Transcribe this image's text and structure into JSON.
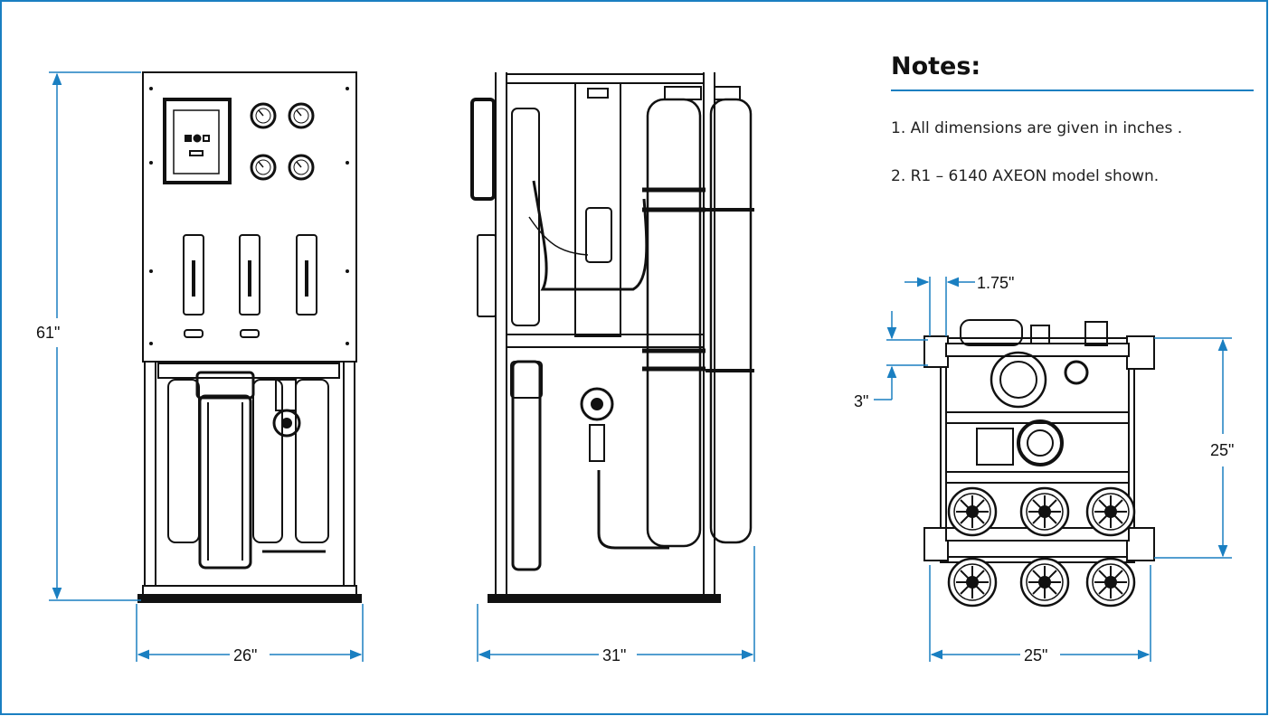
{
  "notes": {
    "title": "Notes:",
    "items": [
      "1. All dimensions are given in inches .",
      "2. R1 – 6140 AXEON model shown."
    ]
  },
  "dimensions": {
    "front_height": "61\"",
    "front_width": "26\"",
    "side_width": "31\"",
    "top_offset": "1.75\"",
    "top_margin": "3\"",
    "top_depth": "25\"",
    "top_width": "25\""
  },
  "colors": {
    "accent": "#1a7fc1",
    "line": "#111111"
  }
}
